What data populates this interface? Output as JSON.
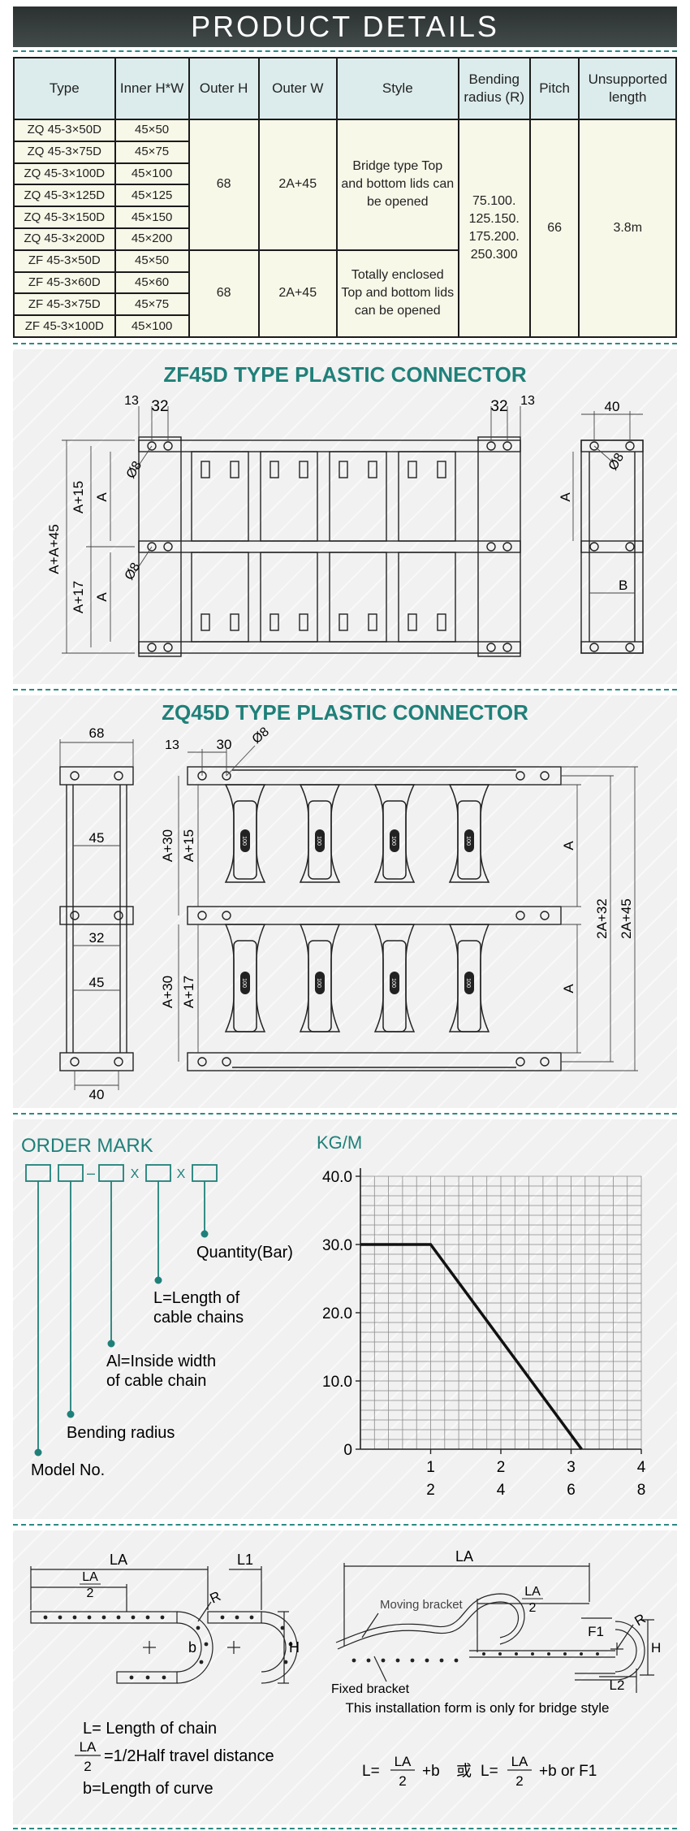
{
  "header": {
    "title": "PRODUCT DETAILS"
  },
  "spec_table": {
    "headers": [
      "Type",
      "Inner H*W",
      "Outer H",
      "Outer W",
      "Style",
      "Bending radius (R)",
      "Pitch",
      "Unsupported length"
    ],
    "zq_rows": [
      {
        "type": "ZQ  45-3×50D",
        "inner": "45×50"
      },
      {
        "type": "ZQ  45-3×75D",
        "inner": "45×75"
      },
      {
        "type": "ZQ  45-3×100D",
        "inner": "45×100"
      },
      {
        "type": "ZQ  45-3×125D",
        "inner": "45×125"
      },
      {
        "type": "ZQ  45-3×150D",
        "inner": "45×150"
      },
      {
        "type": "ZQ  45-3×200D",
        "inner": "45×200"
      }
    ],
    "zf_rows": [
      {
        "type": "ZF  45-3×50D",
        "inner": "45×50"
      },
      {
        "type": "ZF  45-3×60D",
        "inner": "45×60"
      },
      {
        "type": "ZF  45-3×75D",
        "inner": "45×75"
      },
      {
        "type": "ZF  45-3×100D",
        "inner": "45×100"
      }
    ],
    "zq_outer_h": "68",
    "zq_outer_w": "2A+45",
    "zq_style": "Bridge type Top and bottom lids can be opened",
    "zf_outer_h": "68",
    "zf_outer_w": "2A+45",
    "zf_style": "Totally enclosed Top and bottom lids can be opened",
    "bending_radius": "75.100. 125.150. 175.200. 250.300",
    "pitch": "66",
    "unsupported": "3.8m"
  },
  "zf_section": {
    "title": "ZF45D TYPE PLASTIC CONNECTOR",
    "dims": {
      "d13": "13",
      "d32": "32",
      "d40": "40",
      "d8": "Ø8",
      "aa45": "A+A+45",
      "a15": "A+15",
      "a17": "A+17",
      "a": "A",
      "b": "B"
    }
  },
  "zq_section": {
    "title": "ZQ45D TYPE PLASTIC CONNECTOR",
    "dims": {
      "d68": "68",
      "d45": "45",
      "d32": "32",
      "d40": "40",
      "d13": "13",
      "d30": "30",
      "d8": "Ø8",
      "a30": "A+30",
      "a15": "A+15",
      "a17": "A+17",
      "a": "A",
      "a32": "2A+32",
      "a45": "2A+45",
      "badge": "100"
    }
  },
  "order_mark": {
    "title": "ORDER MARK",
    "sep_dash": "–",
    "sep_x": "X",
    "labels": {
      "quantity": "Quantity(Bar)",
      "length_1": "L=Length of",
      "length_2": "cable chains",
      "width_1": "Al=Inside width",
      "width_2": "of cable chain",
      "bending": "Bending radius",
      "model": "Model No."
    }
  },
  "chart_data": {
    "type": "line",
    "ylabel": "KG/M",
    "ylim": [
      0,
      40
    ],
    "xlim": [
      0,
      4
    ],
    "y_ticks": [
      "40.0",
      "30.0",
      "20.0",
      "10.0",
      "0"
    ],
    "x_ticks_primary": [
      "1",
      "2",
      "3",
      "4"
    ],
    "x_ticks_secondary": [
      "2",
      "4",
      "6",
      "8"
    ],
    "grid": true,
    "x": [
      0,
      1.0,
      3.15
    ],
    "y": [
      30,
      30,
      0
    ]
  },
  "install": {
    "la": "LA",
    "two": "2",
    "l1": "L1",
    "l2": "L2",
    "f1": "F1",
    "r": "R",
    "b": "b",
    "h": "H",
    "moving": "Moving bracket",
    "fixed": "Fixed bracket",
    "note": "This installation form is only for bridge style",
    "legend_l": "L= Length of chain",
    "legend_half": "=1/2Half travel distance",
    "legend_b": "b=Length of curve",
    "f_l": "L=",
    "f_plus_b": "+b",
    "f_or_cn": "或",
    "f_l2": "L=",
    "f_or_f1": "+b   or F1"
  }
}
